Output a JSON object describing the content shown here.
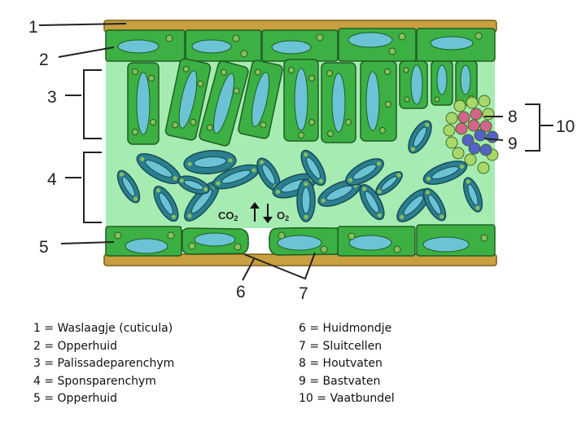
{
  "labels": {
    "n1": "1",
    "n2": "2",
    "n3": "3",
    "n4": "4",
    "n5": "5",
    "n6": "6",
    "n7": "7",
    "n8": "8",
    "n9": "9",
    "n10": "10",
    "co2": "CO",
    "co2_sub": "2",
    "o2": "O",
    "o2_sub": "2"
  },
  "legend_left": [
    "1 = Waslaagje (cuticula)",
    "2 = Opperhuid",
    "3 = Palissadeparenchym",
    "4 = Sponsparenchym",
    "5 = Opperhuid"
  ],
  "legend_right": [
    "6 = Huidmondje",
    "7 = Sluitcellen",
    "8 = Houtvaten",
    "9 = Bastvaten",
    "10 = Vaatbundel"
  ],
  "colors": {
    "cuticula": "#c8a040",
    "cell": "#3cb043",
    "cell_stroke": "#1e5e22",
    "interior": "#a6ebb2",
    "vacuole": "#6cc3d5",
    "chloroplast": "#8bbf5a",
    "spongy": "#2b7f8f",
    "xylem_pink": "#d4658a",
    "phloem_blue": "#5560c8",
    "bundle_green": "#a8d86a"
  }
}
